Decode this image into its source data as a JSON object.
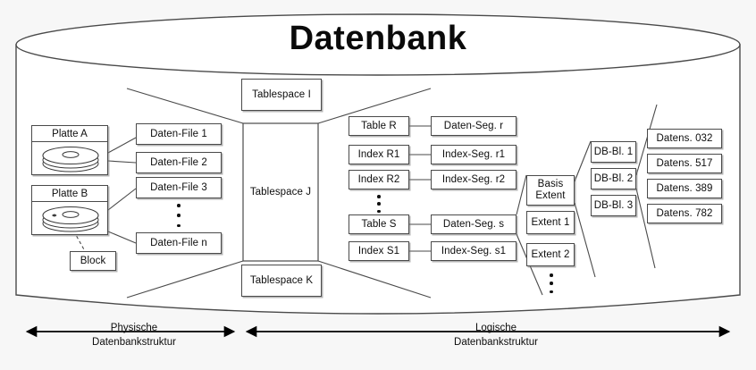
{
  "diagram": {
    "title": "Datenbank",
    "disks": [
      {
        "label": "Platte A",
        "icon": "disk-platter-icon"
      },
      {
        "label": "Platte B",
        "icon": "disk-platter-icon"
      }
    ],
    "block_label": "Block",
    "data_files": [
      "Daten-File 1",
      "Daten-File 2",
      "Daten-File 3",
      "Daten-File n"
    ],
    "data_files_ellipsis": "⋮",
    "tablespaces": [
      "Tablespace I",
      "Tablespace J",
      "Tablespace K"
    ],
    "objects": [
      "Table R",
      "Index R1",
      "Index R2",
      "Table S",
      "Index S1"
    ],
    "objects_ellipsis": "⋮",
    "segments": [
      "Daten-Seg. r",
      "Index-Seg. r1",
      "Index-Seg. r2",
      "Daten-Seg. s",
      "Index-Seg. s1"
    ],
    "extents": [
      "Basis\nExtent",
      "Extent 1",
      "Extent 2"
    ],
    "extents_ellipsis": "⋮",
    "db_blocks": [
      "DB-Bl. 1",
      "DB-Bl. 2",
      "DB-Bl. 3"
    ],
    "records": [
      "Datens. 032",
      "Datens. 517",
      "Datens. 389",
      "Datens. 782"
    ],
    "captions": {
      "physical": "Physische\nDatenbankstruktur",
      "logical": "Logische\nDatenbankstruktur"
    },
    "colors": {
      "background": "#f7f7f7",
      "outline": "#4a4a4a",
      "text": "#0d0d0d",
      "title": "#0a0a0a",
      "box_fill": "#ffffff"
    }
  }
}
